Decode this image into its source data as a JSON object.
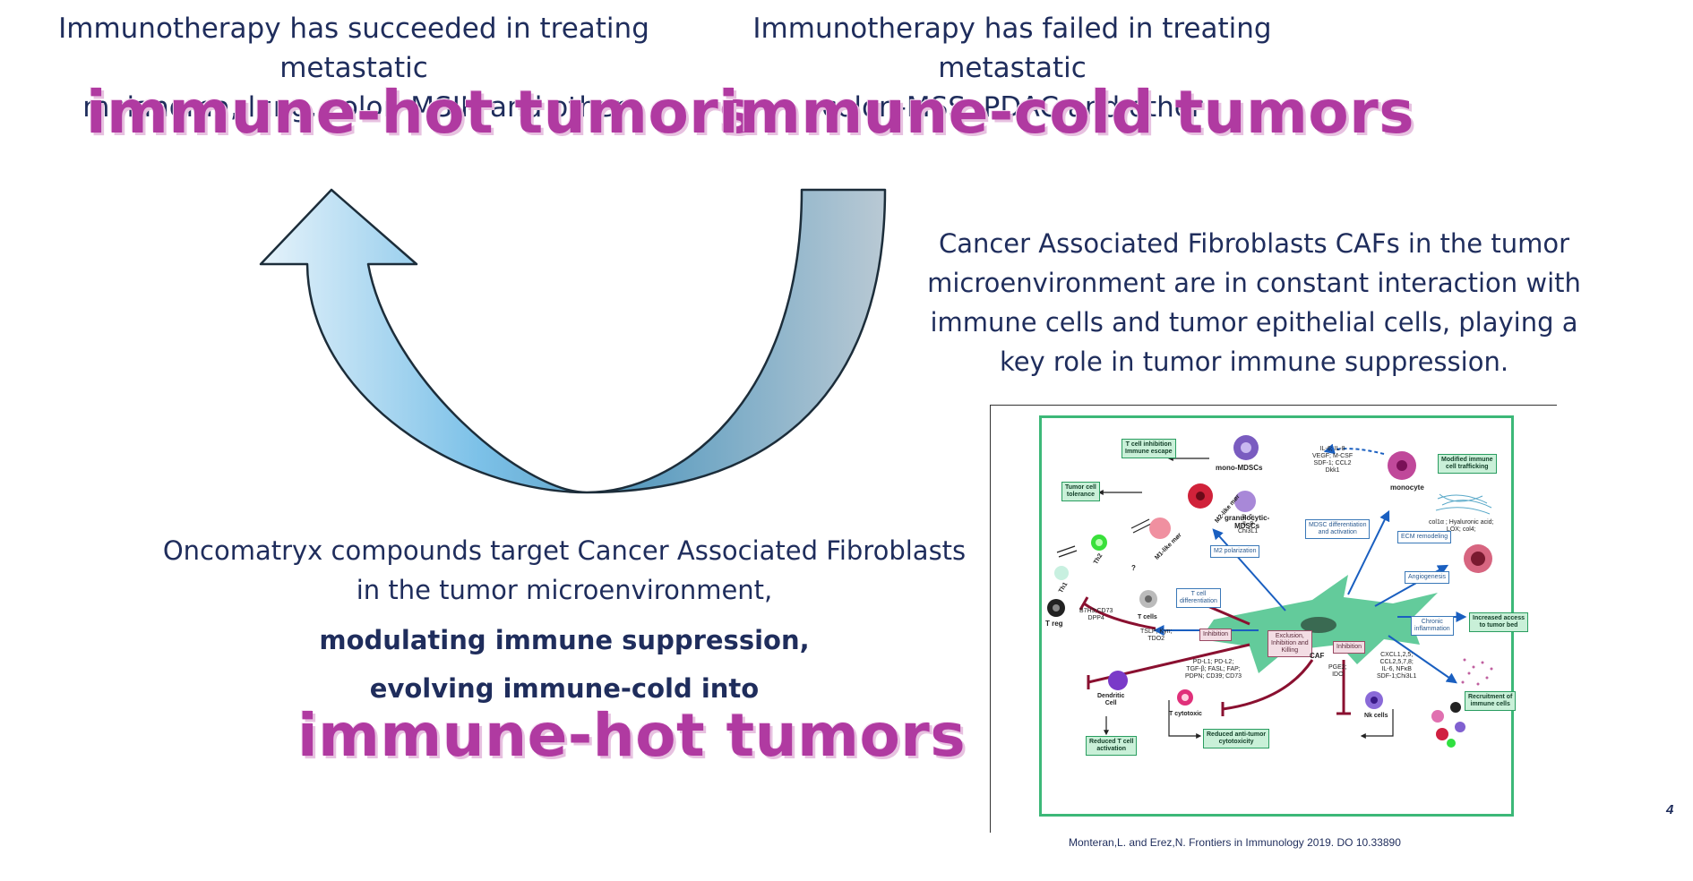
{
  "left_header": {
    "line1": "Immunotherapy has succeeded in treating metastatic",
    "line2": "melanoma, lung, colon-MSIH and other",
    "big": "immune-hot tumors"
  },
  "right_header": {
    "line1": "Immunotherapy has failed in treating metastatic",
    "line2": "colon-MSS, PDAC and other",
    "big": "immune-cold tumors"
  },
  "caf_text": {
    "line1": "Cancer Associated Fibroblasts CAFs in the tumor",
    "line2": "microenvironment are in constant interaction with",
    "line3": "immune cells and tumor epithelial cells, playing a",
    "line4": "key role in tumor immune suppression."
  },
  "oncomatryx_text": {
    "line1": "Oncomatryx compounds target Cancer Associated Fibroblasts",
    "line2": "in the tumor microenvironment,",
    "line3": "modulating immune suppression,",
    "line4": "evolving immune-cold into",
    "big": "immune-hot tumors"
  },
  "diagram": {
    "green_boxes": {
      "t_inhibition": "T cell inhibition\nImmune escape",
      "tumor_tolerance": "Tumor cell\ntolerance",
      "modified_trafficking": "Modified immune\ncell trafficking",
      "increased_access": "Increased access\nto tumor bed",
      "recruitment": "Recruitment of\nimmune cells",
      "reduced_t_activation": "Reduced T cell\nactivation",
      "reduced_cytotoxicity": "Reduced anti-tumor\ncytotoxicity"
    },
    "blue_boxes": {
      "m2_polarization": "M2 polarization",
      "t_differentiation": "T cell\ndifferentiation",
      "mdsc_differentiation": "MDSC differentiation\nand activation",
      "ecm_remodeling": "ECM remodeling",
      "angiogenesis": "Angiogenesis",
      "chronic_inflammation": "Chronic\ninflammation"
    },
    "pink_boxes": {
      "inhibition_left": "Inhibition",
      "exclusion": "Exclusion,\nInhibition and\nKilling",
      "inhibition_right": "Inhibition"
    },
    "labels": {
      "mono_mdscs": "mono-MDSCs",
      "granulocytic_mdscs": "granulocytic-\nMDSCs",
      "monocyte": "monocyte",
      "il6_il8_vegf": "IL-6; IL-8\nVEGF; M-CSF\nSDF-1; CCL2\nDkk1",
      "il6_il8_chi3l1": "IL-6;\nIL-8\nChi3L1",
      "m2_mor": "M2-like mør",
      "m1_mor": "M1-like mør",
      "th1": "Th1",
      "th2": "Th2",
      "question": "?",
      "t_reg": "T reg",
      "b7h3": "B7H3;CD73\nDPP4",
      "t_cells": "T cells",
      "caf": "CAF",
      "ecm_factors": "col1α ; Hyaluronic acid;\nLOX; col4;",
      "tslp": "TSLP; Kyn;\nTDO2",
      "pd_l1": "PD-L1; PD-L2;\nTGF-β; FASL; FAP;\nPDPN; CD39; CD73",
      "pge2": "PGE2;\nIDO",
      "cxcl": "CXCL1,2,5;\nCCL2,5,7,8;\nIL-6, NFκB\nSDF-1;Chi3L1",
      "dendritic": "Dendritic\nCell",
      "t_cytotoxic": "T cytotoxic",
      "nk_cells": "Nk cells"
    }
  },
  "citation": "Monteran,L. and Erez,N. Frontiers in Immunology 2019. DO 10.33890",
  "page_number": "4",
  "colors": {
    "navy": "#1f2d5c",
    "magenta": "#b03aa1",
    "arrow_light": "#5aa8d8",
    "arrow_dark": "#546e80",
    "frame_green": "#3cb878"
  }
}
